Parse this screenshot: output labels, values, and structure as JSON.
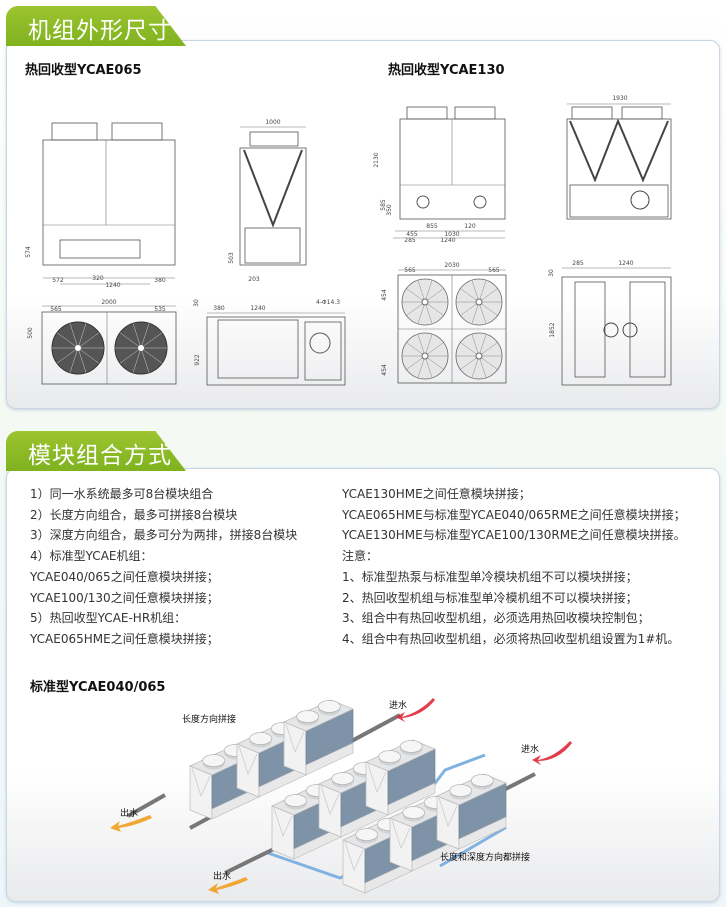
{
  "section1": {
    "title": "机组外形尺寸",
    "left_model": "热回收型YCAE065",
    "right_model": "热回收型YCAE130",
    "left_dims": {
      "front": [
        "574",
        "572",
        "320",
        "1240",
        "380"
      ],
      "side": [
        "1000",
        "503",
        "203"
      ],
      "top": [
        "2000",
        "565",
        "535",
        "500"
      ],
      "base": [
        "380",
        "1240",
        "4-Φ14.3",
        "922",
        "30"
      ]
    },
    "right_dims": {
      "front": [
        "2130",
        "585",
        "350",
        "455",
        "855",
        "1030",
        "1240",
        "285",
        "120"
      ],
      "side": [
        "1930"
      ],
      "top": [
        "2030",
        "565",
        "565",
        "454",
        "454"
      ],
      "base": [
        "285",
        "1240",
        "1852",
        "30"
      ]
    }
  },
  "section2": {
    "title": "模块组合方式",
    "left_items": [
      "1）同一水系统最多可8台模块组合",
      "2）长度方向组合，最多可拼接8台模块",
      "3）深度方向组合，最多可分为两排，拼接8台模块",
      "4）标准型YCAE机组：",
      "YCAE040/065之间任意模块拼接；",
      "YCAE100/130之间任意模块拼接；",
      "5）热回收型YCAE-HR机组：",
      "YCAE065HME之间任意模块拼接；"
    ],
    "right_items": [
      "YCAE130HME之间任意模块拼接；",
      "YCAE065HME与标准型YCAE040/065RME之间任意模块拼接；",
      "YCAE130HME与标准型YCAE100/130RME之间任意模块拼接。",
      "注意：",
      "1、标准型热泵与标准型单冷模块机组不可以模块拼接；",
      "2、热回收型机组与标准型单冷模机组不可以模块拼接；",
      "3、组合中有热回收型机组，必须选用热回收模块控制包；",
      "4、组合中有热回收型机组，必须将热回收型机组设置为1#机。"
    ],
    "diagram_title": "标准型YCAE040/065",
    "diagram": {
      "length_label": "长度方向拼接",
      "both_label": "长度和深度方向都拼接",
      "inlet_1": "进水",
      "inlet_2": "进水",
      "outlet_1": "出水",
      "outlet_2": "出水"
    }
  },
  "colors": {
    "accent_green": "#8cbb27",
    "panel_blue": "#7f93a8",
    "pipe_blue": "#7fb2e0",
    "inlet_red": "#e0283a",
    "outlet_orange": "#f0a020"
  }
}
